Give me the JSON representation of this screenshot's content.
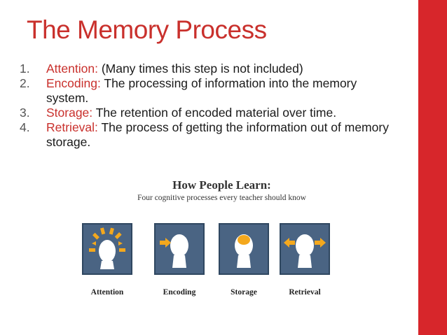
{
  "slide": {
    "title": "The Memory Process",
    "accent_color": "#d7262b",
    "title_color": "#c9302c"
  },
  "list": [
    {
      "num": "1.",
      "term": "Attention:",
      "text": " (Many times this step is not included)"
    },
    {
      "num": "2.",
      "term": "Encoding:",
      "text": " The processing of information into the memory system."
    },
    {
      "num": "3.",
      "term": "Storage:",
      "text": " The retention of encoded material over time."
    },
    {
      "num": "4.",
      "term": "Retrieval:",
      "text": " The process of getting the information out of memory storage."
    }
  ],
  "figure": {
    "title": "How People Learn:",
    "subtitle": "Four cognitive processes every teacher should know",
    "panels": [
      {
        "label": "Attention",
        "icon": "head-attention-icon"
      },
      {
        "label": "Encoding",
        "icon": "head-encoding-icon"
      },
      {
        "label": "Storage",
        "icon": "head-storage-icon"
      },
      {
        "label": "Retrieval",
        "icon": "head-retrieval-icon"
      }
    ],
    "panel_color": "#4a6483",
    "arrow_color": "#f4a81d"
  }
}
